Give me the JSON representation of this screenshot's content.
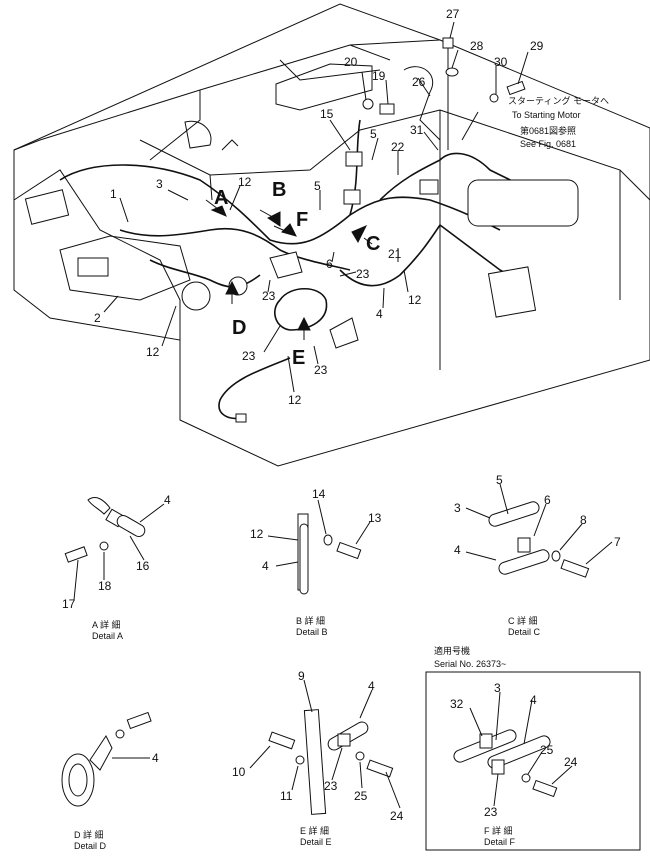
{
  "callouts_main": [
    "27",
    "28",
    "29",
    "30",
    "20",
    "19",
    "26",
    "15",
    "31",
    "5",
    "22",
    "1",
    "3",
    "12",
    "B",
    "A",
    "F",
    "C",
    "21",
    "2",
    "6",
    "23",
    "D",
    "4",
    "E"
  ],
  "main": {
    "note_jp_starting": "スターティング モータへ",
    "note_en_starting": "To Starting Motor",
    "note_jp_fig": "第0681図参照",
    "note_en_fig": "See Fig. 0681",
    "letters": {
      "a": "A",
      "b": "B",
      "c": "C",
      "d": "D",
      "e": "E",
      "f": "F"
    },
    "nums": {
      "n1": "1",
      "n2": "2",
      "n3": "3",
      "n4": "4",
      "n5": "5",
      "n6": "6",
      "n12": "12",
      "n15": "15",
      "n19": "19",
      "n20": "20",
      "n21": "21",
      "n22": "22",
      "n23": "23",
      "n26": "26",
      "n27": "27",
      "n28": "28",
      "n29": "29",
      "n30": "30",
      "n31": "31"
    }
  },
  "detail_a": {
    "jp": "A 詳 細",
    "en": "Detail A",
    "n4": "4",
    "n16": "16",
    "n17": "17",
    "n18": "18"
  },
  "detail_b": {
    "jp": "B 詳 細",
    "en": "Detail B",
    "n4": "4",
    "n12": "12",
    "n13": "13",
    "n14": "14"
  },
  "detail_c": {
    "jp": "C 詳 細",
    "en": "Detail C",
    "n3": "3",
    "n4": "4",
    "n5": "5",
    "n6": "6",
    "n7": "7",
    "n8": "8"
  },
  "detail_d": {
    "jp": "D 詳 細",
    "en": "Detail D",
    "n4": "4"
  },
  "detail_e": {
    "jp": "E 詳 細",
    "en": "Detail E",
    "n4": "4",
    "n9": "9",
    "n10": "10",
    "n11": "11",
    "n23": "23",
    "n24": "24",
    "n25": "25"
  },
  "detail_f": {
    "jp": "F 詳 細",
    "en": "Detail F",
    "n3": "3",
    "n4": "4",
    "n23": "23",
    "n24": "24",
    "n25": "25",
    "n32": "32",
    "applic_jp": "適用号機",
    "serial": "Serial No. 26373~"
  }
}
